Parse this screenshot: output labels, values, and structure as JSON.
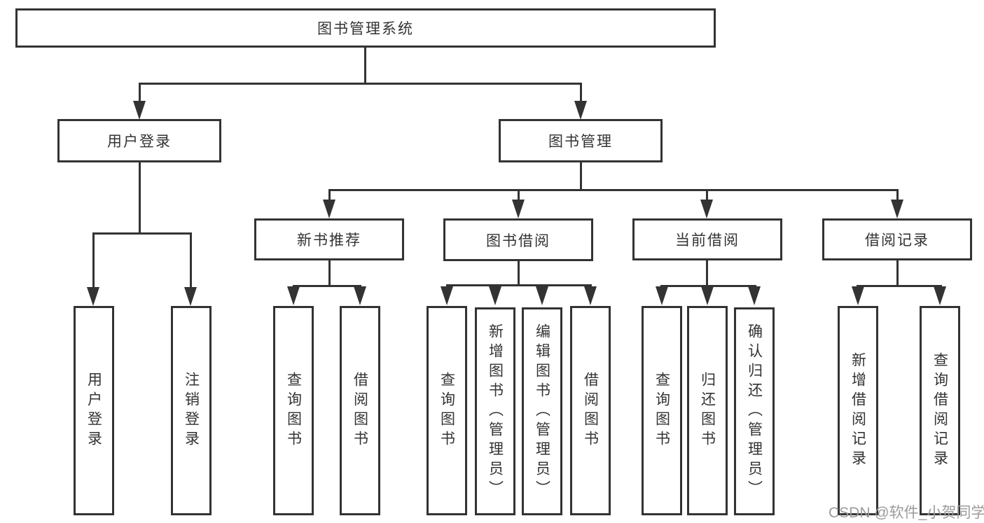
{
  "diagram": {
    "root": {
      "label": "图书管理系统"
    },
    "level2": [
      {
        "label": "用户登录"
      },
      {
        "label": "图书管理"
      }
    ],
    "level3": [
      {
        "label": "新书推荐"
      },
      {
        "label": "图书借阅"
      },
      {
        "label": "当前借阅"
      },
      {
        "label": "借阅记录"
      }
    ],
    "leaves": {
      "user_login": [
        "用户登录",
        "注销登录"
      ],
      "new_book_recommend": [
        "查询图书",
        "借阅图书"
      ],
      "book_borrow": [
        "查询图书",
        "新增图书（管理员）",
        "编辑图书（管理员）",
        "借阅图书"
      ],
      "current_borrow": [
        "查询图书",
        "归还图书",
        "确认归还（管理员）"
      ],
      "borrow_records": [
        "新增借阅记录",
        "查询借阅记录"
      ]
    },
    "watermark": "CSDN @软件_小贺同学",
    "colors": {
      "line": "#333333",
      "text": "#333333",
      "background": "#ffffff",
      "watermark": "#9b9b9b"
    }
  }
}
